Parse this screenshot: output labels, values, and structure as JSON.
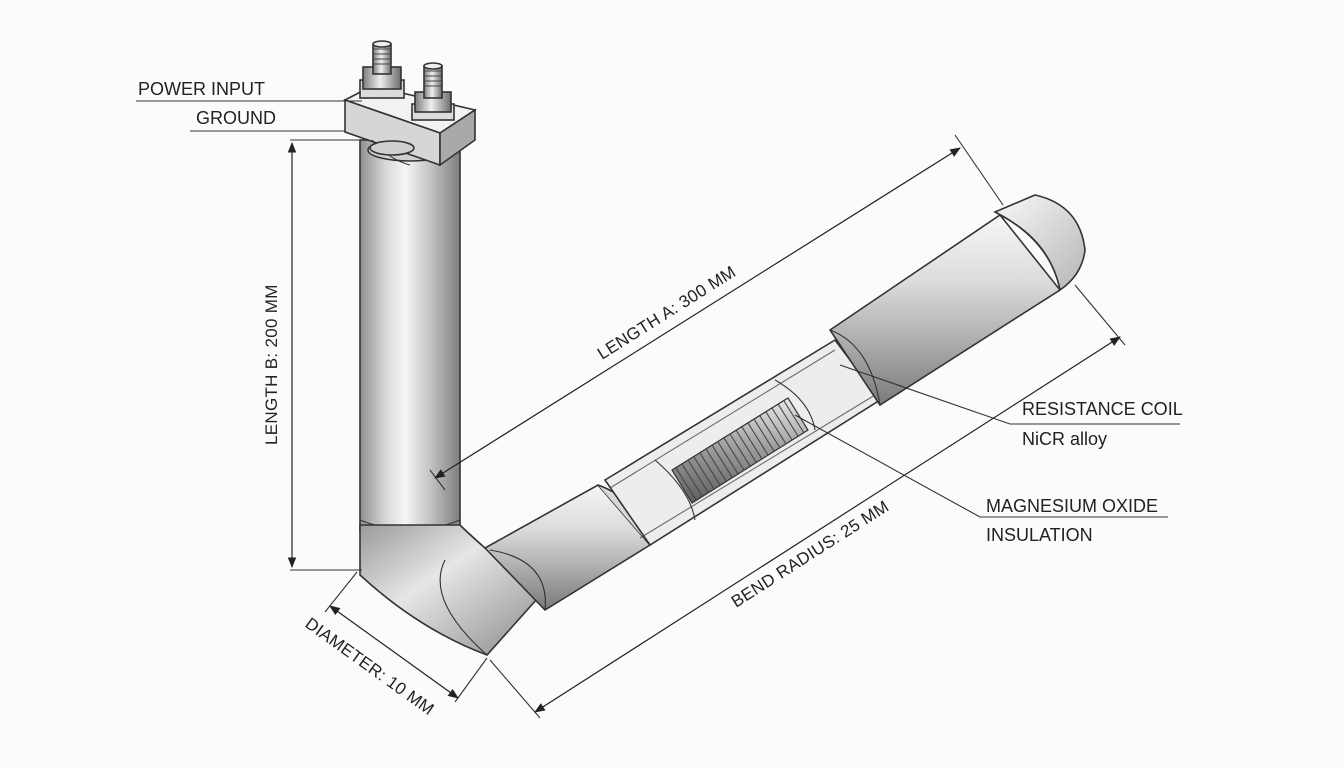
{
  "labels": {
    "power_input": "POWER INPUT",
    "ground": "GROUND",
    "resistance_coil": "RESISTANCE COIL",
    "nicr_alloy": "NiCR alloy",
    "magnesium_oxide": "MAGNESIUM OXIDE",
    "insulation": "INSULATION"
  },
  "dimensions": {
    "length_b": "LENGTH B: 200 MM",
    "length_a": "LENGTH A: 300 MM",
    "bend_radius": "BEND RADIUS: 25 MM",
    "diameter": "DIAMETER: 10 MM"
  },
  "colors": {
    "metal_light": "#f4f4f4",
    "metal_mid": "#c4c4c4",
    "metal_dark": "#8c8c8c",
    "line": "#333333",
    "background": "#fbfbfb"
  }
}
